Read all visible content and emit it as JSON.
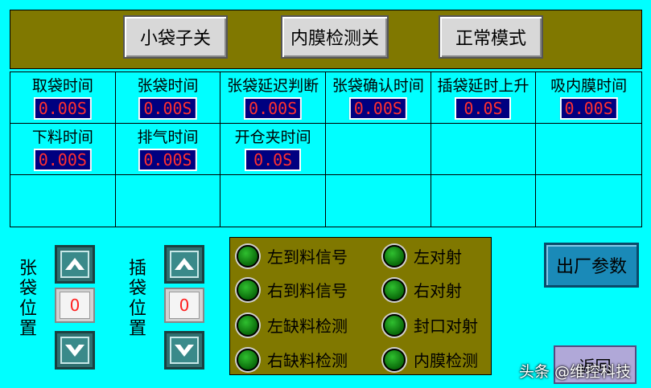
{
  "mode_buttons": [
    "小袋子关",
    "内膜检测关",
    "正常模式"
  ],
  "timers": [
    {
      "label": "取袋时间",
      "value": "0.00S"
    },
    {
      "label": "张袋时间",
      "value": "0.00S"
    },
    {
      "label": "张袋延迟判断",
      "value": "0.00S"
    },
    {
      "label": "张袋确认时间",
      "value": "0.00S"
    },
    {
      "label": "插袋延时上升",
      "value": "0.0S"
    },
    {
      "label": "吸内膜时间",
      "value": "0.00S"
    },
    {
      "label": "下料时间",
      "value": "0.00S"
    },
    {
      "label": "排气时间",
      "value": "0.00S"
    },
    {
      "label": "开仓夹时间",
      "value": "0.0S"
    }
  ],
  "zhang_dai": {
    "label": "张袋位置",
    "value": "0"
  },
  "cha_dai": {
    "label": "插袋位置",
    "value": "0"
  },
  "signals": [
    {
      "label": "左到料信号"
    },
    {
      "label": "左对射"
    },
    {
      "label": "右到料信号"
    },
    {
      "label": "右对射"
    },
    {
      "label": "左缺料检测"
    },
    {
      "label": "封口对射"
    },
    {
      "label": "右缺料检测"
    },
    {
      "label": "内膜检测"
    }
  ],
  "factory_button": "出厂参数",
  "back_button": "返回",
  "watermark": "头条 @维控科技",
  "colors": {
    "background": "#00ffff",
    "panel": "#807800",
    "led": "#0a8a0a",
    "value_bg": "#000080",
    "value_text": "#ff3030"
  }
}
